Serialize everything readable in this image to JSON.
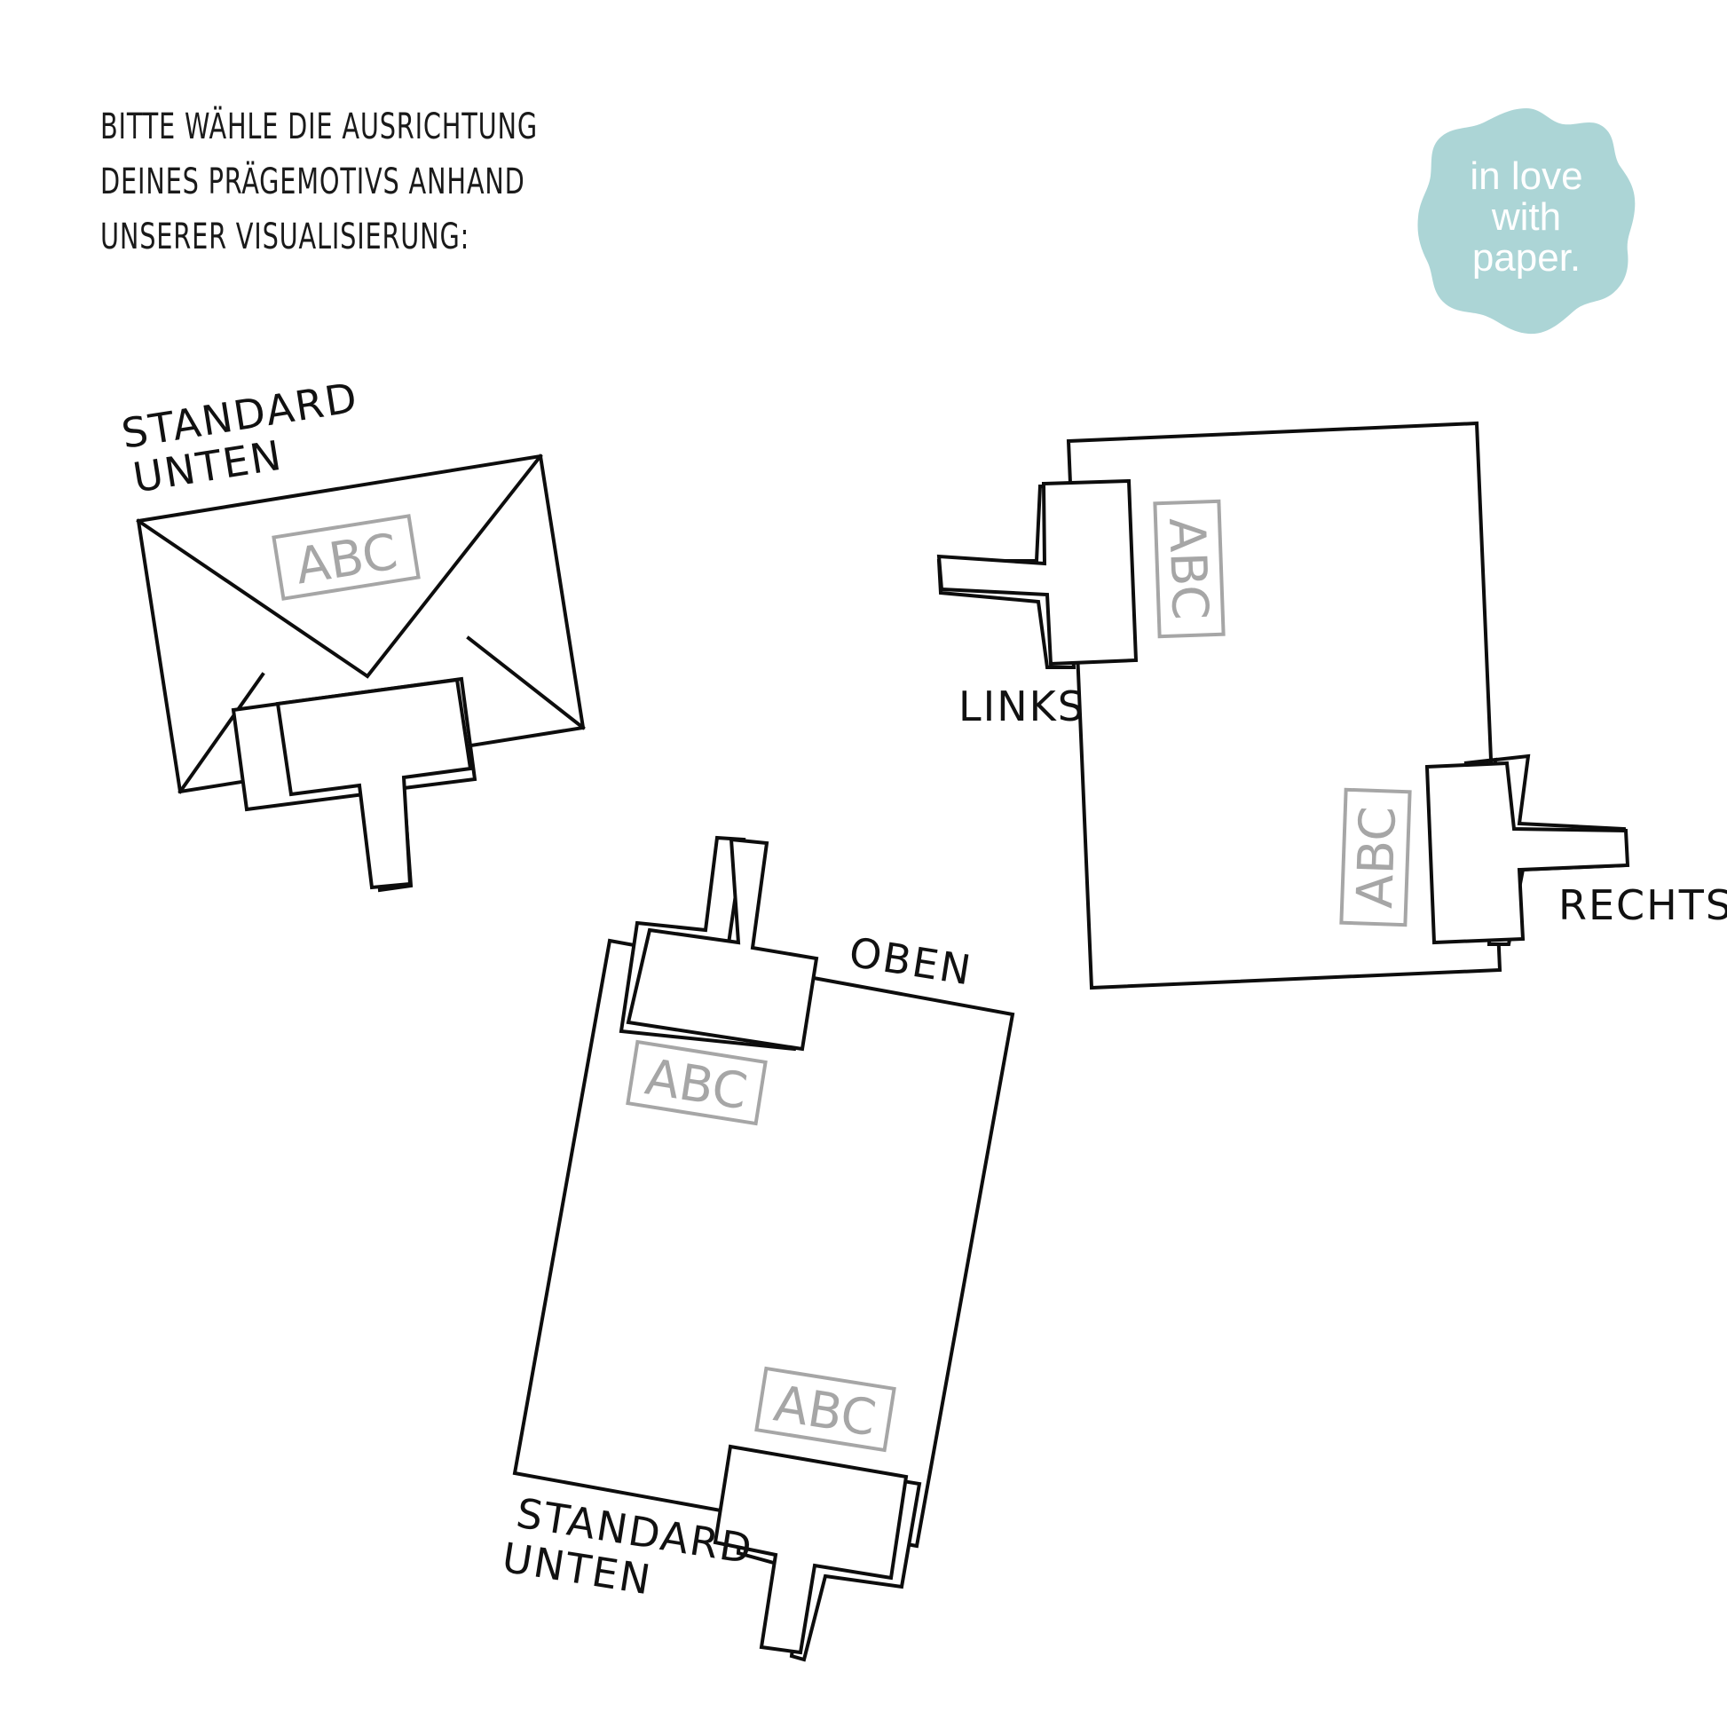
{
  "intro": {
    "lines": [
      "BITTE WÄHLE DIE AUSRICHTUNG",
      "DEINES PRÄGEMOTIVS ANHAND",
      "UNSERER VISUALISIERUNG:"
    ]
  },
  "badge": {
    "lines": [
      "in love",
      "with",
      "paper."
    ],
    "color": "#acd5d6"
  },
  "motif_text": "ABC",
  "labels": {
    "envelope_line1": "STANDARD",
    "envelope_line2": "UNTEN",
    "links": "LINKS",
    "rechts": "RECHTS",
    "oben": "OBEN",
    "card_bottom_line1": "STANDARD",
    "card_bottom_line2": "UNTEN"
  },
  "colors": {
    "outline": "#0d0d0d",
    "motif": "#a6a6a6"
  }
}
